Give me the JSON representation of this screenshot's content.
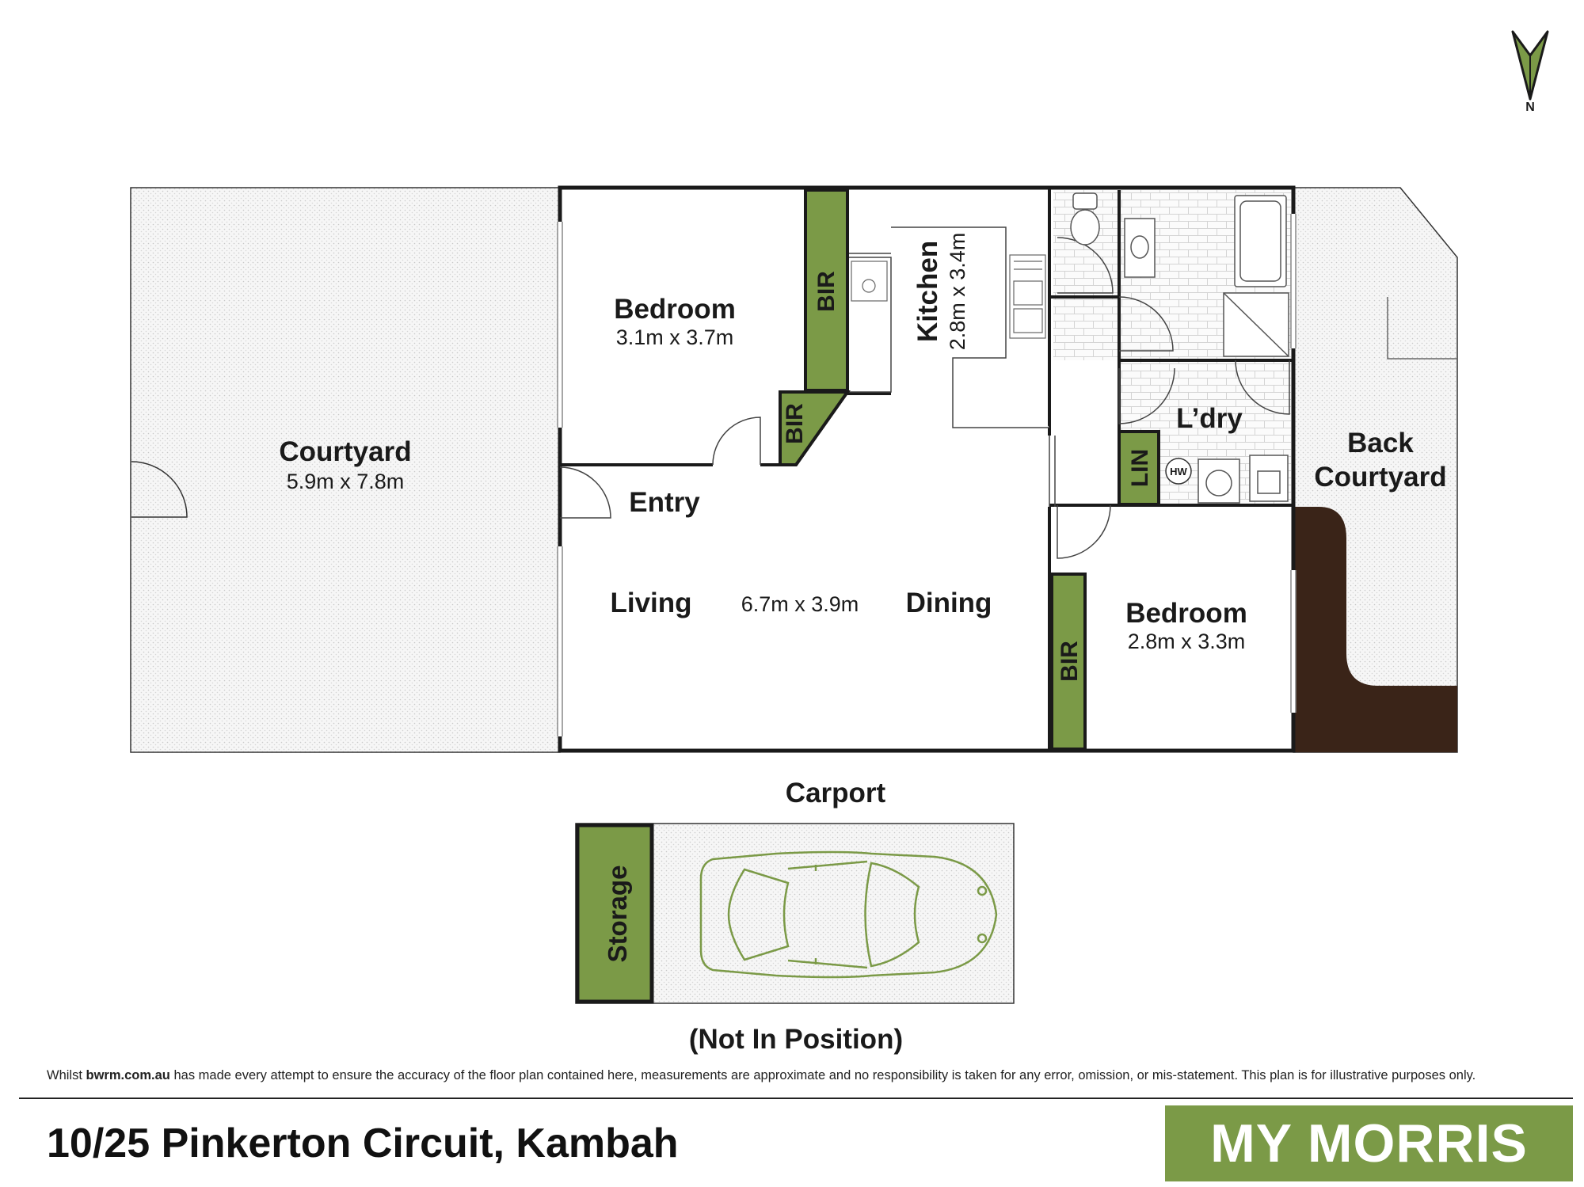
{
  "rooms": {
    "courtyard": {
      "name": "Courtyard",
      "size": "5.9m x 7.8m"
    },
    "bedroom1": {
      "name": "Bedroom",
      "size": "3.1m x 3.7m"
    },
    "bedroom2": {
      "name": "Bedroom",
      "size": "2.8m x 3.3m"
    },
    "kitchen": {
      "name": "Kitchen",
      "size": "2.8m x 3.4m"
    },
    "entry": {
      "name": "Entry"
    },
    "living": {
      "name": "Living"
    },
    "living_dining_size": "6.7m x 3.9m",
    "dining": {
      "name": "Dining"
    },
    "laundry": {
      "name": "L’dry"
    },
    "back_courtyard": {
      "line1": "Back",
      "line2": "Courtyard"
    },
    "carport": {
      "name": "Carport"
    },
    "storage": {
      "name": "Storage"
    },
    "not_in_position": "(Not In Position)"
  },
  "fixtures": {
    "bir": "BIR",
    "lin": "LIN",
    "hw": "HW"
  },
  "compass": {
    "label": "N"
  },
  "footer": {
    "disclaimer_prefix": "Whilst",
    "disclaimer_site": "bwrm.com.au",
    "disclaimer_rest": "has made every attempt to ensure the accuracy of the floor plan contained here, measurements are approximate and no responsibility is taken for any error, omission, or mis-statement. This plan is for illustrative purposes only.",
    "address": "10/25 Pinkerton Circuit, Kambah",
    "brand": "MY MORRIS"
  },
  "colors": {
    "wall": "#1a1a1a",
    "storage_green": "#7b9a47",
    "brand_green": "#7b9a47",
    "garden_brown": "#3a2418",
    "outdoor_fill": "#f4f4f4"
  }
}
